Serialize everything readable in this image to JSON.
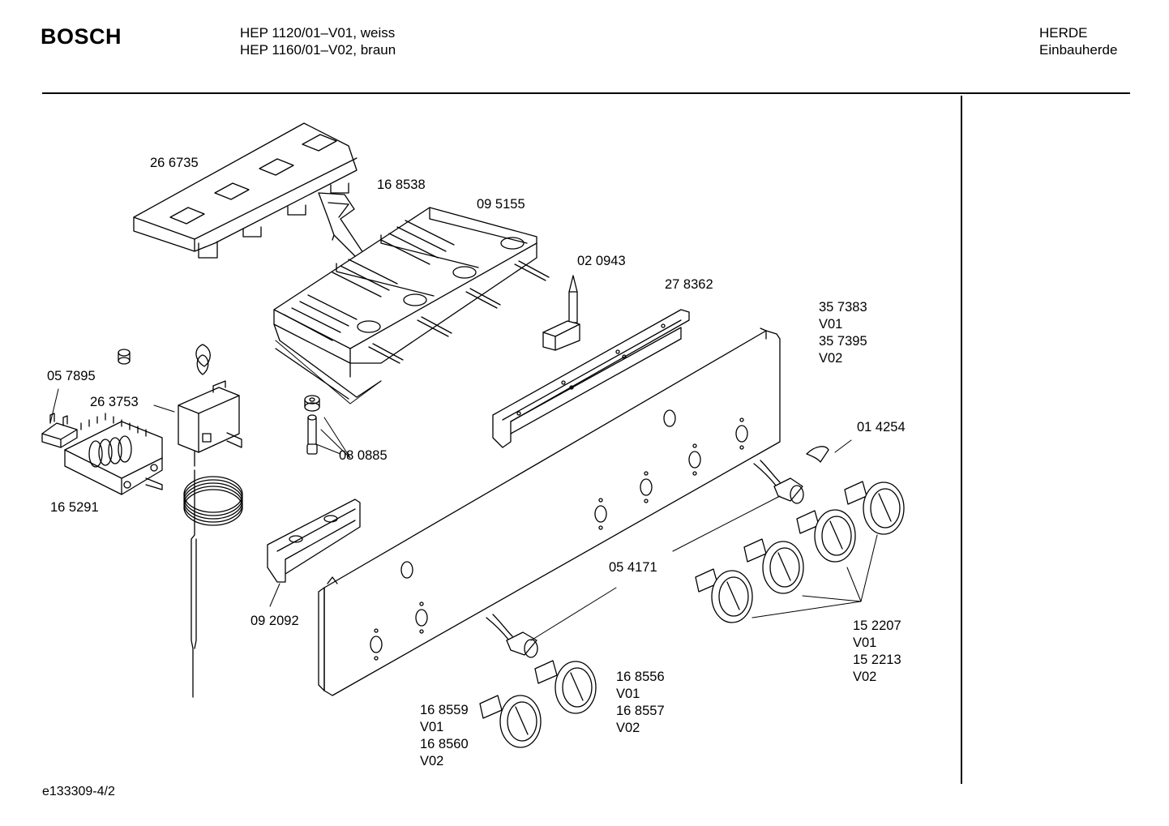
{
  "header": {
    "brand": "BOSCH",
    "models": [
      "HEP 1120/01–V01, weiss",
      "HEP 1160/01–V02, braun"
    ],
    "category": [
      "HERDE",
      "Einbauherde"
    ]
  },
  "parts": [
    {
      "id": "p266735",
      "lines": [
        "26 6735"
      ]
    },
    {
      "id": "p168538",
      "lines": [
        "16 8538"
      ]
    },
    {
      "id": "p095155",
      "lines": [
        "09 5155"
      ]
    },
    {
      "id": "p020943",
      "lines": [
        "02 0943"
      ]
    },
    {
      "id": "p278362",
      "lines": [
        "27 8362"
      ]
    },
    {
      "id": "p357383",
      "lines": [
        "35 7383",
        "V01",
        "35 7395",
        "V02"
      ]
    },
    {
      "id": "p057895",
      "lines": [
        "05 7895"
      ]
    },
    {
      "id": "p263753",
      "lines": [
        "26 3753"
      ]
    },
    {
      "id": "p014254",
      "lines": [
        "01 4254"
      ]
    },
    {
      "id": "p080885",
      "lines": [
        "08 0885"
      ]
    },
    {
      "id": "p165291",
      "lines": [
        "16 5291"
      ]
    },
    {
      "id": "p054171",
      "lines": [
        "05 4171"
      ]
    },
    {
      "id": "p092092",
      "lines": [
        "09 2092"
      ]
    },
    {
      "id": "p152207",
      "lines": [
        "15 2207",
        "V01",
        "15 2213",
        "V02"
      ]
    },
    {
      "id": "p168556",
      "lines": [
        "16 8556",
        "V01",
        "16 8557",
        "V02"
      ]
    },
    {
      "id": "p168559",
      "lines": [
        "16 8559",
        "V01",
        "16 8560",
        "V02"
      ]
    }
  ],
  "footer": {
    "doc_id": "e133309-4/2"
  }
}
